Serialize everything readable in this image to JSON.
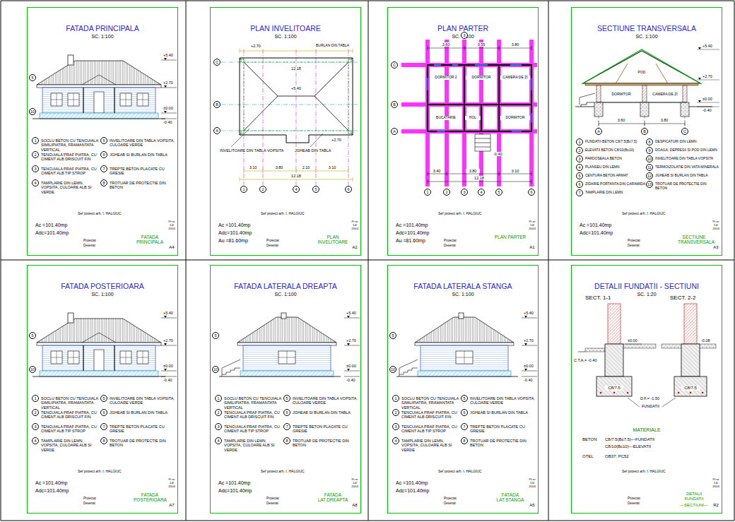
{
  "diagram": {
    "nodes": [
      {
        "text": [
          "FATADA PRINCIPALA",
          "SC. 1:100"
        ]
      },
      {
        "text": [
          "PLAN INVELITOARE",
          "SC. 1:100"
        ]
      },
      {
        "text": [
          "PLAN PARTER",
          "SC. 1:100"
        ]
      },
      {
        "text": [
          "SECTIUNE TRANSVERSALA",
          "SC. 1:100"
        ]
      },
      {
        "text": [
          "FATADA POSTERIOARA",
          "SC. 1:100"
        ]
      },
      {
        "text": [
          "FATADA LATERALA DREAPTA",
          "SC. 1:100"
        ]
      },
      {
        "text": [
          "FATADA LATERALA STANGA",
          "SC. 1:100"
        ]
      },
      {
        "text": [
          "DETALII FUNDATII - SECTIUNI",
          "SC. 1:20"
        ]
      }
    ],
    "labels": [
      "+5.40",
      "+2.70",
      "±0.00",
      "-0.40",
      "5",
      "10",
      "1",
      "SOCLU BETON CU TENCUIALA SIMILIPIATRA, FRAMANTATA VERTICAL",
      "2",
      "TENCUIALA PRAF PIATRA, CU CIMENT ALB DRISCUIT FIN",
      "3",
      "TENCUIALA PRAF PIATRA, CU CIMENT ALB TIP STROP",
      "4",
      "TAMPLARIE DIN LEMN, VOPSITA, CULOARE ALB SI VERDE",
      "5",
      "INVELITOARE DIN TABLA VOPSITA, CULOARE VERDE",
      "6",
      "JGHEAB SI BURLAN DIN TABLA",
      "7",
      "TREPTE BETON PLACATE CU GRESIE",
      "8",
      "TROTUAR DE PROTECTIE DIN BETON",
      "Sef proiect arh. I. HALGIUC",
      "Ac =101.40mp",
      "Adc=101.40mp",
      "Proiectat",
      "Desenat",
      "FATADA PRINCIPALA",
      "A4",
      "Pr.nr 14/ 2004",
      "C",
      "B",
      "A",
      "1",
      "2",
      "4",
      "5",
      "6",
      "3.10",
      "3.80",
      "2.10",
      "3.10",
      "12.18",
      "+2.70",
      "BURLAN DIN TABLA",
      "12.18",
      "+5.40",
      "+2.70",
      "INVELITOARE DIN TABLA VOPSITA",
      "JGHEAB DIN TABLA",
      "Sef proiect arh. I. HALGIUC",
      "Ac =101.40mp",
      "Adc=101.40mp",
      "Au =81.60mp",
      "Proiectat",
      "Desenat",
      "PLAN INVELITOARE",
      "A2",
      "Pr.nr 14/ 2004",
      "C",
      "B",
      "A",
      "3",
      "3.60",
      "3.55",
      "3.80",
      "DORMITOR 2",
      "DORMITOR",
      "CAMERA DE ZI",
      "BUCATARIE",
      "HOL",
      "DORMITOR",
      "-0.40",
      "3.40",
      "3.80",
      "3.10",
      "12.18",
      "1",
      "2",
      "3",
      "4",
      "5",
      "6",
      "Sef proiect arh. I. HALGIUC",
      "Ac =101.40mp",
      "Adc=101.40mp",
      "Au =81.60mp",
      "Proiectat",
      "Desenat",
      "PLAN PARTER",
      "A1",
      "Pr.nr 14/ 2004",
      "+5.40",
      "+2.70",
      "±0.00",
      "-0.40",
      "POD",
      "DORMITOR",
      "CAMERA DE ZI",
      "3.60",
      "3.80",
      "A",
      "B",
      "C",
      "1",
      "FUNDATII BETON C8/7.5(Bc7.5)",
      "2",
      "ELEVATII BETON C8/10(Bc10)",
      "3",
      "PARDOSEALA BETON",
      "4",
      "PLANSEU DIN LEMN",
      "5",
      "CENTURA BETON ARMAT",
      "6",
      "ZIDARIE PORTANTA DIN CARAMIDA",
      "7",
      "TAMPLARIE DIN LEMN",
      "8",
      "DESPICATURI DIN LEMN",
      "9",
      "DOAGA, DEPRESII SI POD DIN LEMN",
      "10",
      "INVELITOARE DIN TABLA VOPSITA",
      "11",
      "TERMOIZOLATIE DIN VATA MINERALA",
      "12",
      "JGHEAB SI BURLAN DIN TABLA",
      "13",
      "TROTUAR DE PROTECTIE DIN BETON",
      "Sef proiect arh. I. HALGIUC",
      "Ac =101.40mp",
      "Adc=101.40mp",
      "Proiectat",
      "Desenat",
      "SECTIUNE TRANSVERSALA",
      "A3",
      "Pr.nr 14/ 2004",
      "+5.40",
      "+2.70",
      "±0.00",
      "-0.40",
      "5",
      "10",
      "1",
      "SOCLU BETON CU TENCUIALA SIMILIPIATRA, FRAMANTATA VERTICAL",
      "2",
      "TENCUIALA PRAF PIATRA, CU CIMENT ALB DRISCUIT FIN",
      "3",
      "TENCUIALA PRAF PIATRA, CU CIMENT ALB TIP STROP",
      "4",
      "TAMPLARIE DIN LEMN, VOPSITA, CULOARE ALB SI VERDE",
      "5",
      "INVELITOARE DIN TABLA VOPSITA, CULOARE VERDE",
      "6",
      "JGHEAB SI BURLAN DIN TABLA",
      "7",
      "TREPTE BETON PLACATE CU GRESIE",
      "8",
      "TROTUAR DE PROTECTIE DIN BETON",
      "Sef proiect arh. I. HALGIUC",
      "Ac =101.40mp",
      "Adc=101.40mp",
      "Proiectat",
      "Desenat",
      "FATADA POSTERIOARA",
      "A7",
      "Pr.nr 14/ 2004",
      "+5.40",
      "+2.70",
      "±0.00",
      "-0.40",
      "5",
      "10",
      "1",
      "SOCLU BETON CU TENCUIALA SIMILIPIATRA, FRAMANTATA VERTICAL",
      "2",
      "TENCUIALA PRAF PIATRA, CU CIMENT ALB DRISCUIT FIN",
      "3",
      "TENCUIALA PRAF PIATRA, CU CIMENT ALB TIP STROP",
      "4",
      "TAMPLARIE DIN LEMN, VOPSITA, CULOARE ALB SI VERDE",
      "5",
      "INVELITOARE DIN TABLA VOPSITA, CULOARE VERDE",
      "6",
      "JGHEAB SI BURLAN DIN TABLA",
      "7",
      "TREPTE BETON PLACATE CU GRESIE",
      "8",
      "TROTUAR DE PROTECTIE DIN BETON",
      "Sef proiect arh. I. HALGIUC",
      "Ac =101.40mp",
      "Adc=101.40mp",
      "Proiectat",
      "Desenat",
      "FATADA LAT.DREAPTA",
      "A8",
      "Pr.nr 14/ 2004",
      "+5.40",
      "+2.70",
      "±0.00",
      "-0.40",
      "5",
      "10",
      "1",
      "SOCLU BETON CU TENCUIALA SIMILIPIATRA, FRAMANTATA VERTICAL",
      "2",
      "TENCUIALA PRAF PIATRA, CU CIMENT ALB DRISCUIT FIN",
      "3",
      "TENCUIALA PRAF PIATRA, CU CIMENT ALB TIP STROP",
      "4",
      "TAMPLARIE DIN LEMN, VOPSITA, CULOARE ALB SI VERDE",
      "5",
      "INVELITOARE DIN TABLA VOPSITA, CULOARE VERDE",
      "6",
      "JGHEAB SI BURLAN DIN TABLA",
      "7",
      "TREPTE BETON PLACATE CU GRESIE",
      "8",
      "TROTUAR DE PROTECTIE DIN BETON",
      "Sef proiect arh. I. HALGIUC",
      "Ac =101.40mp",
      "Adc=101.40mp",
      "Proiectat",
      "Desenat",
      "FATADA LAT.STANGA",
      "A5",
      "Pr.nr 14/ 2004",
      "SECT. 1-1",
      "SECT. 2-2",
      "±0.00",
      "-0.08",
      "C.T.A.= -0.40",
      "C8/7.5",
      "C8/7.5",
      "D.F.= -1.50",
      "FUNDATII",
      "MATERIALE",
      "BETON",
      "C8/7.5(Bc7.5)—FUNDATII",
      "C8/10(Bc10)—ELEVATII",
      "OTEL",
      "OB37; PC52",
      "Sef proiect arh. I. HALGIUC",
      "Proiectat",
      "Desenat",
      "DETALII FUNDATII",
      "—SECTIUNI—",
      "R2",
      "Pr.nr 14/ 2004"
    ]
  }
}
